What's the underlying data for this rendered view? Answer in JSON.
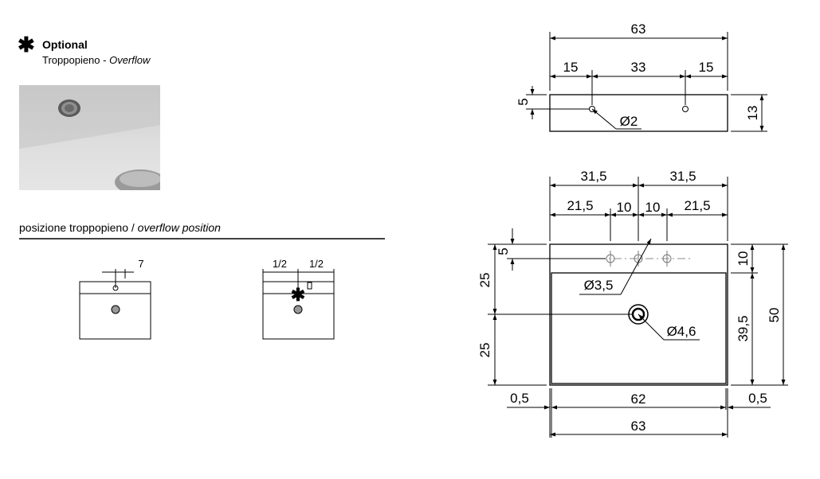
{
  "legend": {
    "symbol": "✱",
    "title": "Optional",
    "subtitle_it": "Troppopieno - ",
    "subtitle_en": "Overflow"
  },
  "position_title": {
    "it": "posizione troppopieno / ",
    "en": "overflow position"
  },
  "small_views": {
    "left_dim": "7",
    "right_dim_left": "1/2",
    "right_dim_right": "1/2",
    "asterisk": "✱"
  },
  "top_view": {
    "overall_width": "63",
    "seg_left": "15",
    "seg_mid": "33",
    "seg_right": "15",
    "depth_hole": "5",
    "height": "13",
    "hole_diam": "Ø2"
  },
  "plan_view": {
    "half_left": "31,5",
    "half_right": "31,5",
    "seg_a": "21,5",
    "seg_b": "10",
    "seg_c": "10",
    "seg_d": "21,5",
    "left_5": "5",
    "left_25_top": "25",
    "left_25_bottom": "25",
    "right_10": "10",
    "right_395": "39,5",
    "right_50": "50",
    "tap_hole": "Ø3,5",
    "drain": "Ø4,6",
    "bottom_left": "0,5",
    "bottom_mid": "62",
    "bottom_right": "0,5",
    "bottom_total": "63"
  }
}
